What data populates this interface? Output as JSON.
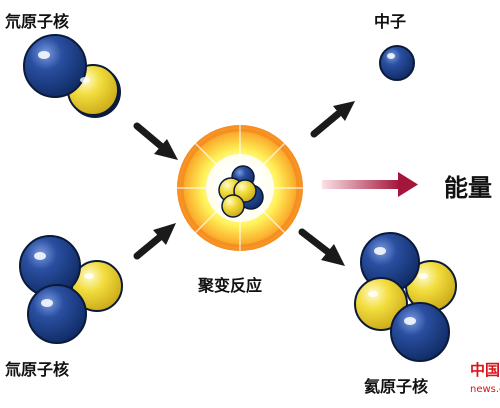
{
  "labels": {
    "deuterium": "氘原子核",
    "tritium": "氚原子核",
    "neutron": "中子",
    "fusion": "聚变反应",
    "energy": "能量",
    "helium": "氦原子核"
  },
  "watermark": {
    "logo_text": "中国",
    "site_text": "news.c"
  },
  "colors": {
    "neutron_blue": "#1b3f86",
    "proton_yellow": "#f2dd3e",
    "energy_arrow": "#b01e3c",
    "blast_orange": "#f58a1f",
    "blast_yellow": "#fff25a",
    "arrow_dark": "#1a1a1a"
  }
}
